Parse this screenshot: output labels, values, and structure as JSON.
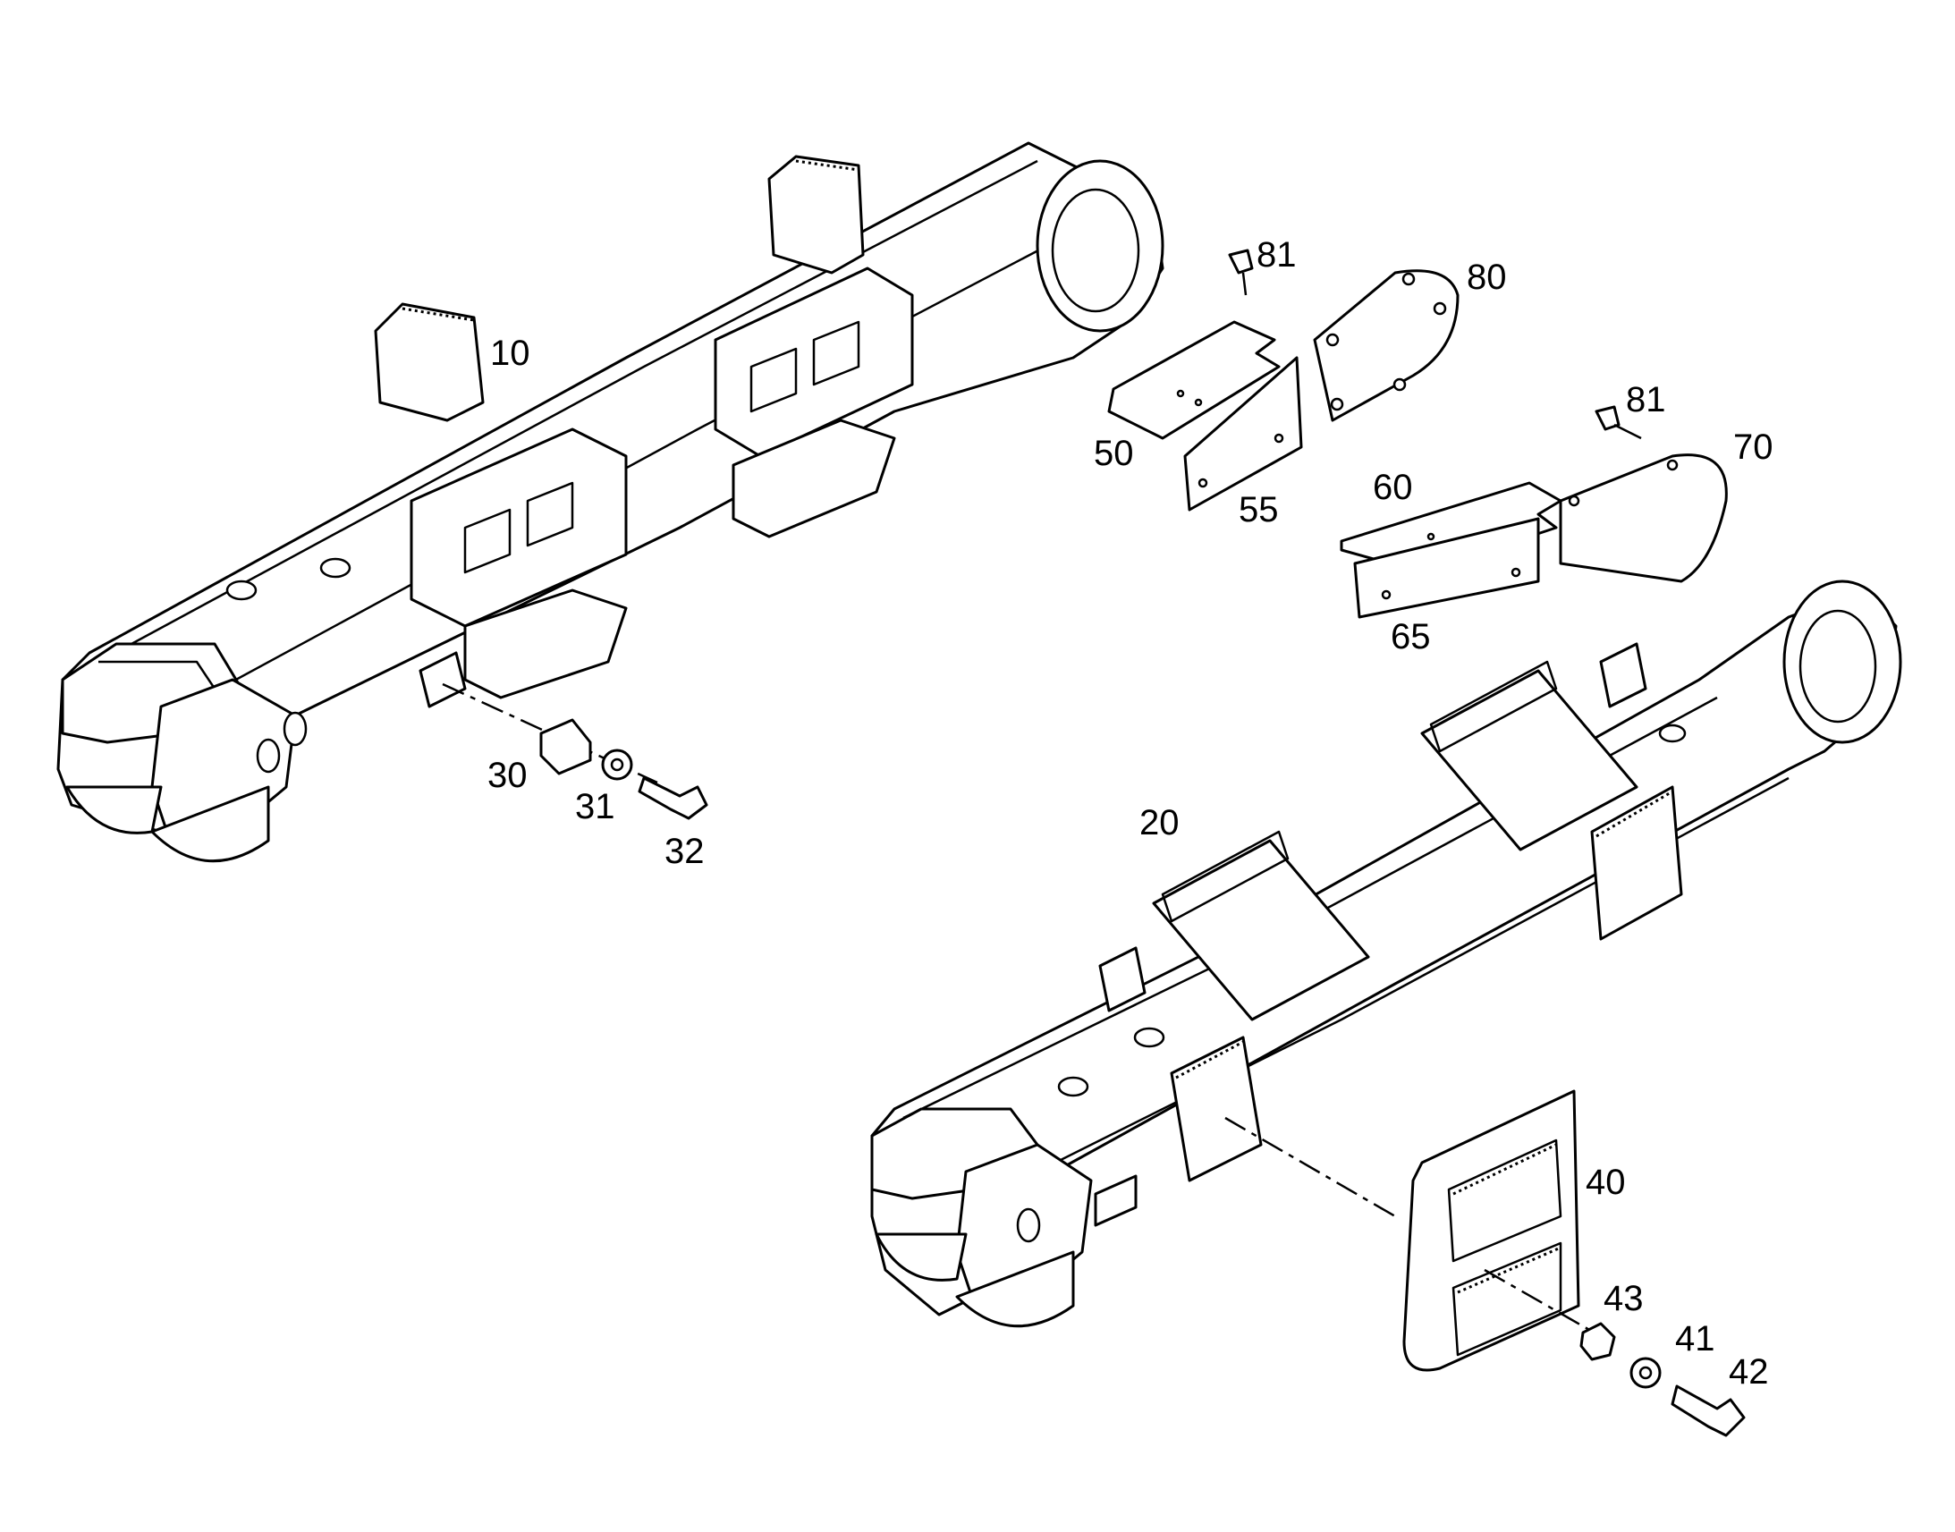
{
  "labels": {
    "p10": "10",
    "p20": "20",
    "p30": "30",
    "p31": "31",
    "p32": "32",
    "p40": "40",
    "p41": "41",
    "p42": "42",
    "p43": "43",
    "p50": "50",
    "p55": "55",
    "p60": "60",
    "p65": "65",
    "p70": "70",
    "p80": "80",
    "p81a": "81",
    "p81b": "81"
  }
}
